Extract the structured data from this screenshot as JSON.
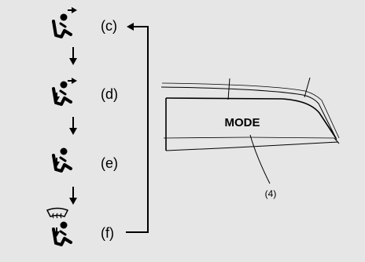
{
  "mode_sequence": [
    {
      "label": "(c)",
      "airflow": "face"
    },
    {
      "label": "(d)",
      "airflow": "face-and-feet"
    },
    {
      "label": "(e)",
      "airflow": "feet"
    },
    {
      "label": "(f)",
      "airflow": "feet-and-defrost"
    }
  ],
  "icons": {
    "seated_person": "seated-person-icon",
    "airflow_arrow": "airflow-arrow-icon",
    "defroster": "windshield-defroster-icon"
  },
  "knob": {
    "label": "MODE",
    "callout": "(4)"
  },
  "colors": {
    "background": "#e6e6e6",
    "line": "#000000"
  }
}
